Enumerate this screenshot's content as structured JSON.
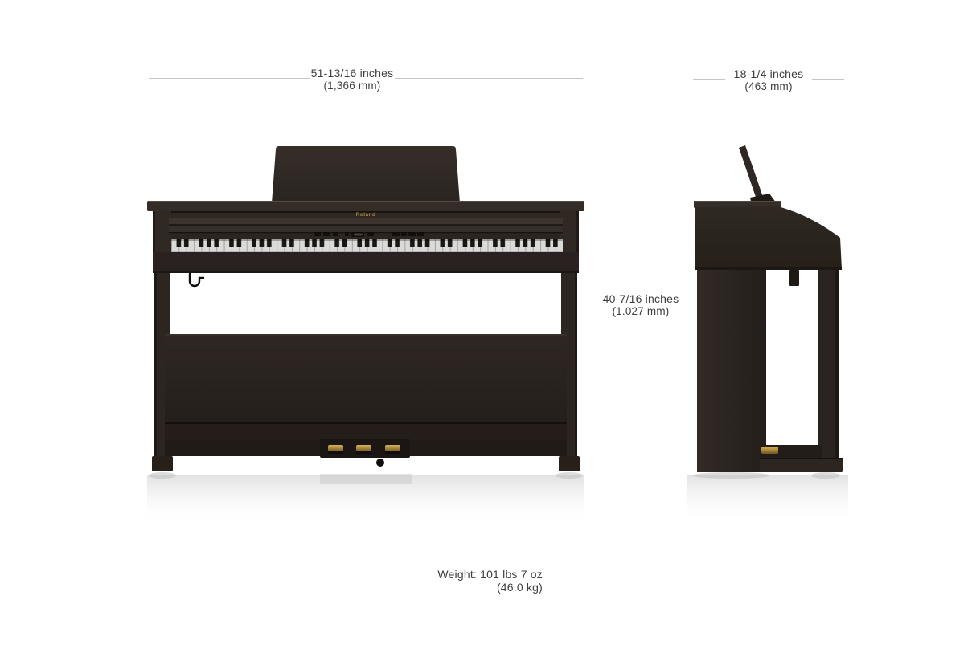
{
  "brand": {
    "logo_text": "Roland",
    "logo_color": "#a8873d"
  },
  "dimensions": {
    "width": {
      "imperial": "51-13/16 inches",
      "metric": "(1,366 mm)"
    },
    "depth": {
      "imperial": "18-1/4 inches",
      "metric": "(463 mm)"
    },
    "height": {
      "imperial": "40-7/16 inches",
      "metric": "(1.027 mm)"
    },
    "weight": {
      "imperial": "Weight: 101 lbs 7 oz",
      "metric": "(46.0 kg)"
    }
  },
  "colors": {
    "background": "#ffffff",
    "cabinet_dark": "#2b2420",
    "dimension_line": "#c6c6c6",
    "label_text": "#3e3e3e",
    "pedal_gold": "#ab8a3e",
    "white_key": "#d9d9d7"
  }
}
